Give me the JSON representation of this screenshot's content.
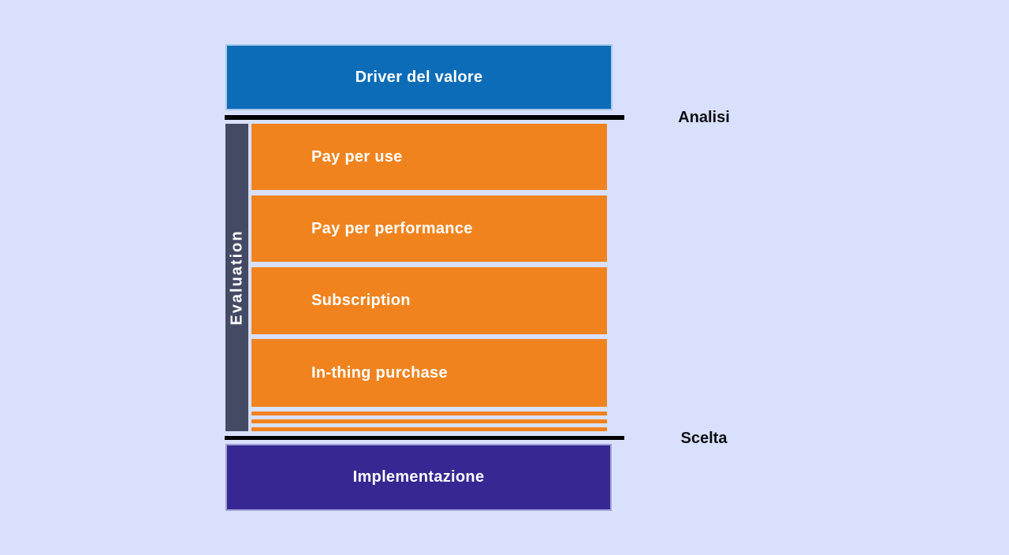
{
  "diagram": {
    "header_label": "Driver del valore",
    "phase_labels": [
      "Analisi",
      "Scelta"
    ],
    "sidebar_label": "Evaluation",
    "rows": [
      {
        "label": "Pay per use"
      },
      {
        "label": "Pay per performance"
      },
      {
        "label": "Subscription"
      },
      {
        "label": "In-thing purchase"
      }
    ],
    "collapsed_row_count": 3,
    "footer_label": "Implementazione",
    "colors": {
      "background": "#d8e0fb",
      "header_fill": "#0c6cb8",
      "header_border": "#a9c7ea",
      "row_fill": "#f1831f",
      "sidebar_fill": "#454a64",
      "footer_fill": "#362793",
      "footer_border": "#a2a0d2",
      "divider": "#000000",
      "box_text": "#ffffff",
      "phase_text": "#0d0d12"
    }
  }
}
